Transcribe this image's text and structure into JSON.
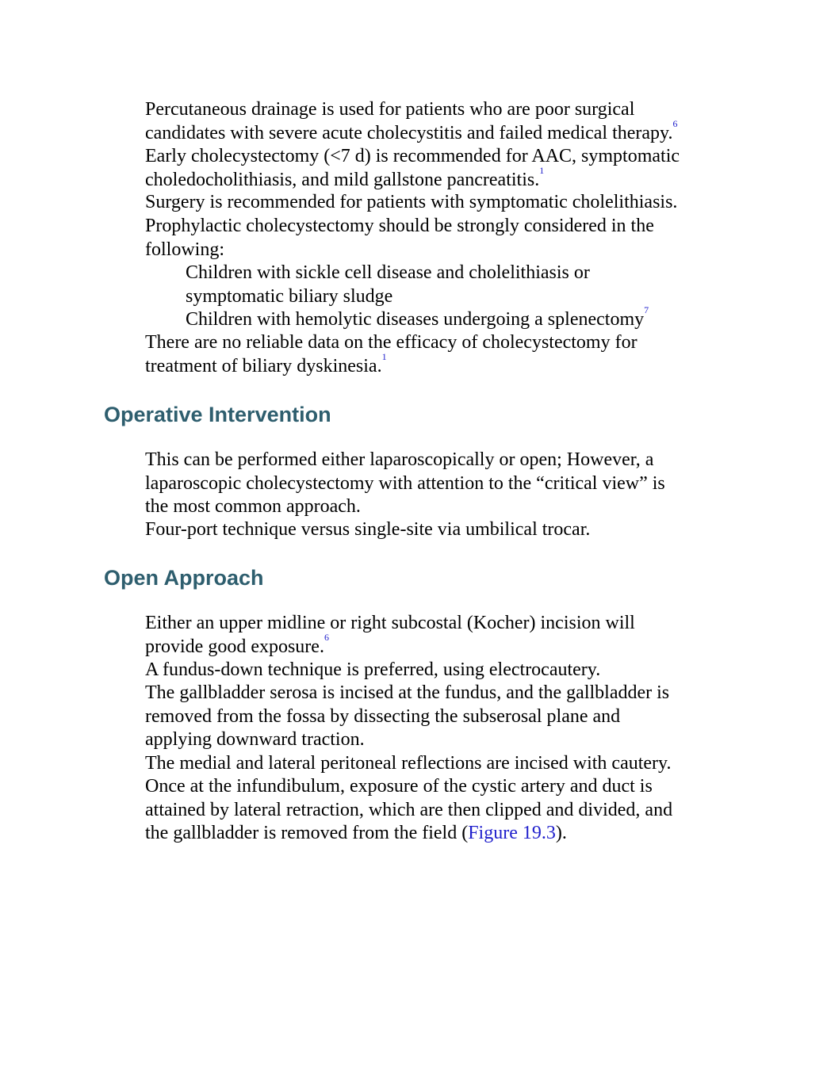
{
  "colors": {
    "heading": "#2e5e6e",
    "link": "#1f1fcc",
    "body_text": "#000000"
  },
  "intro": {
    "p1_line1": "Percutaneous drainage is used for patients who are poor surgical",
    "p1_line2": "candidates with severe acute cholecystitis and failed medical therapy.",
    "p1_ref": "6",
    "p2_line1": "Early cholecystectomy (<7 d) is recommended for AAC, symptomatic",
    "p2_line2": "choledocholithiasis, and mild gallstone pancreatitis.",
    "p2_ref": "1",
    "p3_line1": "Surgery is recommended for patients with symptomatic cholelithiasis.",
    "p4_line1": "Prophylactic cholecystectomy should be strongly considered in the",
    "p4_line2": "following:",
    "sub1_line1": "Children with sickle cell disease and cholelithiasis or",
    "sub1_line2": "symptomatic biliary sludge",
    "sub2_line1": "Children with hemolytic diseases undergoing a splenectomy",
    "sub2_ref": "7",
    "p5_line1": "There are no reliable data on the efficacy of cholecystectomy for",
    "p5_line2": "treatment of biliary dyskinesia.",
    "p5_ref": "1"
  },
  "operative": {
    "heading": "Operative Intervention",
    "p1_line1": "This can be performed either laparoscopically or open; However, a",
    "p1_line2": "laparoscopic cholecystectomy with attention to the “critical view” is",
    "p1_line3": "the most common approach.",
    "p2_line1": "Four-port technique versus single-site via umbilical trocar."
  },
  "open_approach": {
    "heading": "Open Approach",
    "p1_line1": "Either an upper midline or right subcostal (Kocher) incision will",
    "p1_line2": "provide good exposure.",
    "p1_ref": "6",
    "p2_line1": "A fundus-down technique is preferred, using electrocautery.",
    "p3_line1": "The gallbladder serosa is incised at the fundus, and the gallbladder is",
    "p3_line2": "removed from the fossa by dissecting the subserosal plane and",
    "p3_line3": "applying downward traction.",
    "p4_line1": "The medial and lateral peritoneal reflections are incised with cautery.",
    "p5_line1": "Once at the infundibulum, exposure of the cystic artery and duct is",
    "p5_line2": "attained by lateral retraction, which are then clipped and divided, and",
    "p5_line3_pre": "the gallbladder is removed from the field (",
    "p5_figure_link": "Figure 19.3",
    "p5_line3_post": ")."
  }
}
